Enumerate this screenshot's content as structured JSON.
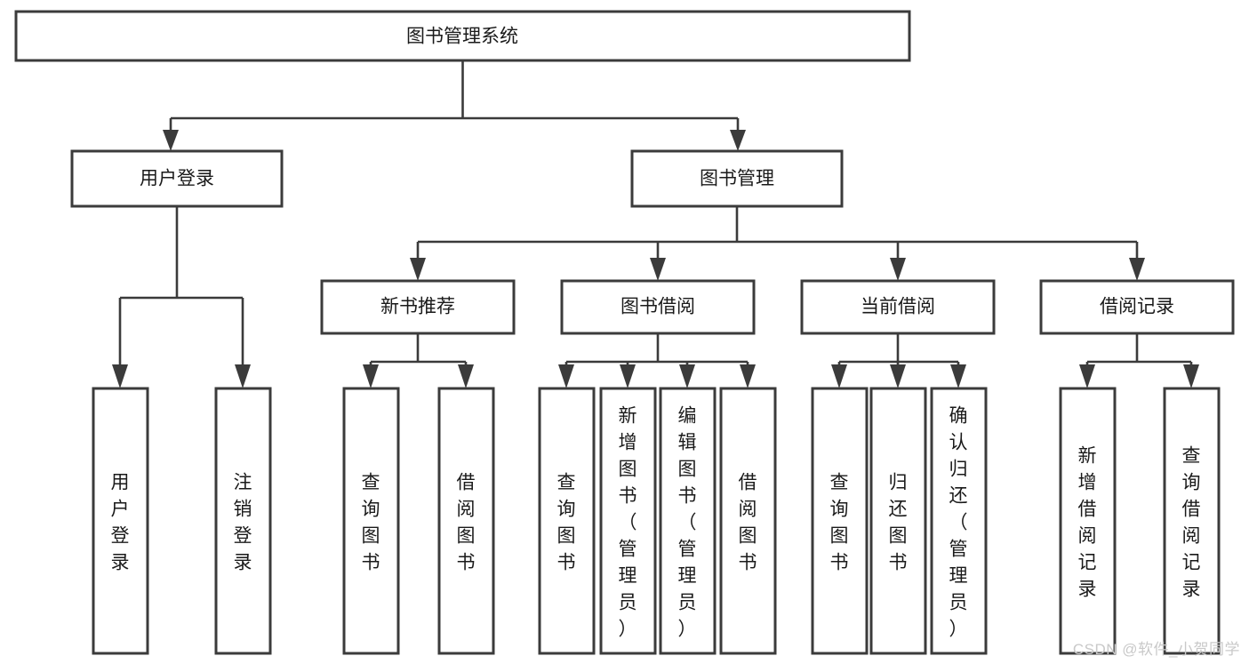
{
  "diagram": {
    "title": "图书管理系统",
    "watermark": "CSDN @软件_小贺同学",
    "colors": {
      "stroke": "#3b3b3b",
      "fill": "#ffffff",
      "text": "#1a1a1a",
      "watermark": "#c9c9c9"
    },
    "root": {
      "label": "图书管理系统"
    },
    "level2": [
      {
        "label": "用户登录"
      },
      {
        "label": "图书管理"
      }
    ],
    "level3": [
      {
        "label": "新书推荐"
      },
      {
        "label": "图书借阅"
      },
      {
        "label": "当前借阅"
      },
      {
        "label": "借阅记录"
      }
    ],
    "leaves": {
      "user_login": [
        {
          "label": "用户登录"
        },
        {
          "label": "注销登录"
        }
      ],
      "new_book_recommend": [
        {
          "label": "查询图书"
        },
        {
          "label": "借阅图书"
        }
      ],
      "book_borrow": [
        {
          "label": "查询图书"
        },
        {
          "label": "新增图书（管理员）"
        },
        {
          "label": "编辑图书（管理员）"
        },
        {
          "label": "借阅图书"
        }
      ],
      "current_borrow": [
        {
          "label": "查询图书"
        },
        {
          "label": "归还图书"
        },
        {
          "label": "确认归还（管理员）"
        }
      ],
      "borrow_record": [
        {
          "label": "新增借阅记录"
        },
        {
          "label": "查询借阅记录"
        }
      ]
    }
  }
}
